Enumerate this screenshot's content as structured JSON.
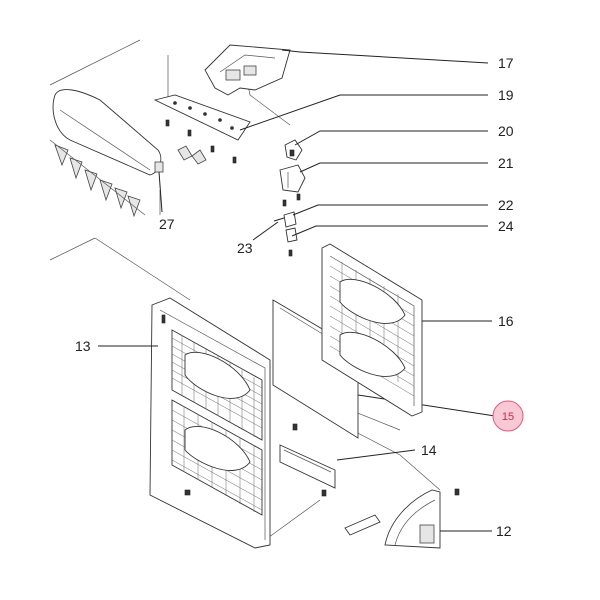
{
  "callouts": {
    "c12": "12",
    "c13": "13",
    "c14": "14",
    "c15": "15",
    "c16": "16",
    "c17": "17",
    "c19": "19",
    "c20": "20",
    "c21": "21",
    "c22": "22",
    "c23": "23",
    "c24": "24",
    "c27": "27"
  },
  "highlight": {
    "part": "15",
    "fill_color": "#f8c8d4",
    "stroke_color": "#e05a7a"
  }
}
